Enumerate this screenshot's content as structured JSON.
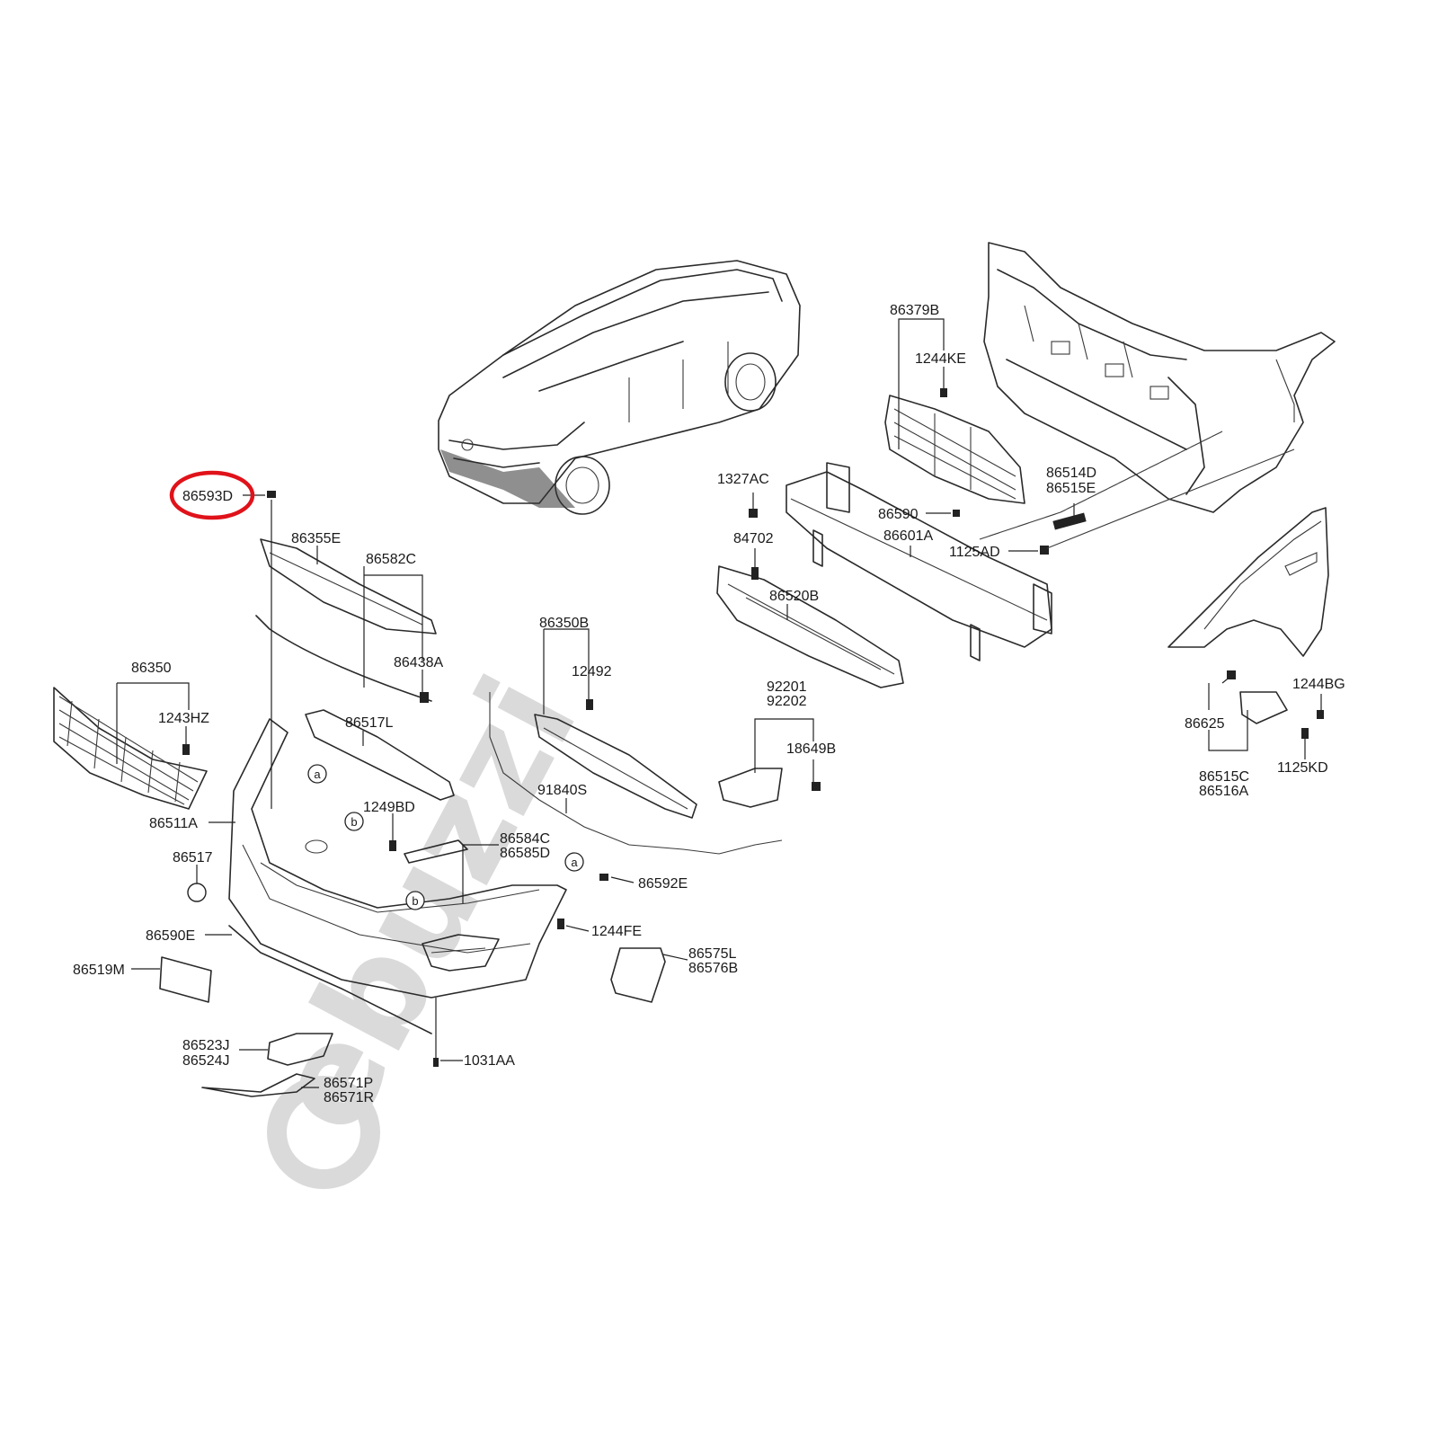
{
  "highlight": {
    "part": "86593D",
    "ring_color": "#e0121a"
  },
  "watermark": {
    "lettering": "ebuzzi",
    "color": "#d6d6d6"
  },
  "circle_refs": [
    "a",
    "b",
    "b",
    "a"
  ],
  "labels": {
    "p86593D": "86593D",
    "p86355E": "86355E",
    "p86582C": "86582C",
    "p86438A": "86438A",
    "p86350": "86350",
    "p1243HZ": "1243HZ",
    "p86511A": "86511A",
    "p86517L": "86517L",
    "p1249BD": "1249BD",
    "p86517": "86517",
    "p86590E": "86590E",
    "p86519M": "86519M",
    "p86523J": "86523J",
    "p86524J": "86524J",
    "p86571P": "86571P",
    "p86571R": "86571R",
    "p1031AA": "1031AA",
    "p86350B": "86350B",
    "p12492": "12492",
    "p91840S": "91840S",
    "p86584C": "86584C",
    "p86585D": "86585D",
    "p86592E": "86592E",
    "p1244FE": "1244FE",
    "p86575L": "86575L",
    "p86576B": "86576B",
    "p92201": "92201",
    "p92202": "92202",
    "p18649B": "18649B",
    "p1327AC": "1327AC",
    "p84702": "84702",
    "p86520B": "86520B",
    "p86601A": "86601A",
    "p86590": "86590",
    "p1125AD": "1125AD",
    "p86379B": "86379B",
    "p1244KE": "1244KE",
    "p86514D": "86514D",
    "p86515E": "86515E",
    "p86625": "86625",
    "p1244BG": "1244BG",
    "p1125KD": "1125KD",
    "p86515C": "86515C",
    "p86516A": "86516A"
  }
}
